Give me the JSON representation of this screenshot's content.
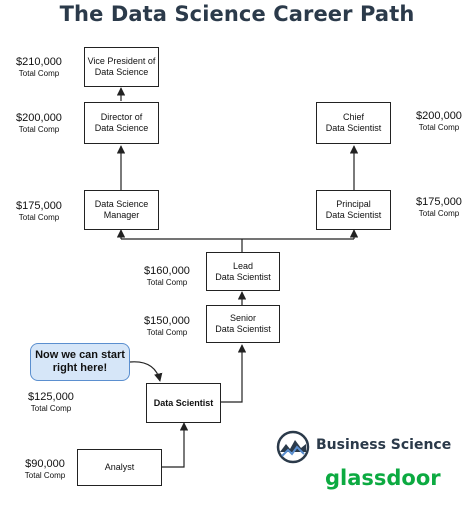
{
  "title": "The Data Science Career Path",
  "nodes": {
    "vp": "Vice President of\nData Science",
    "director": "Director of\nData Science",
    "ds_manager": "Data Science\nManager",
    "chief": "Chief\nData Scientist",
    "principal": "Principal\nData Scientist",
    "lead": "Lead\nData Scientist",
    "senior": "Senior\nData Scientist",
    "data_scientist": "Data Scientist",
    "analyst": "Analyst"
  },
  "comp_label": "Total Comp",
  "salaries": {
    "vp": "$210,000",
    "director": "$200,000",
    "ds_manager": "$175,000",
    "chief": "$200,000",
    "principal": "$175,000",
    "lead": "$160,000",
    "senior": "$150,000",
    "data_scientist": "$125,000",
    "analyst": "$90,000"
  },
  "callout": "Now we can start\nright here!",
  "brands": {
    "business_science": "Business Science",
    "glassdoor": "glassdoor"
  },
  "colors": {
    "title": "#2b3a4a",
    "callout_fill": "#d6e6f8",
    "callout_border": "#5b8fcf",
    "glassdoor_green": "#0caa41"
  }
}
